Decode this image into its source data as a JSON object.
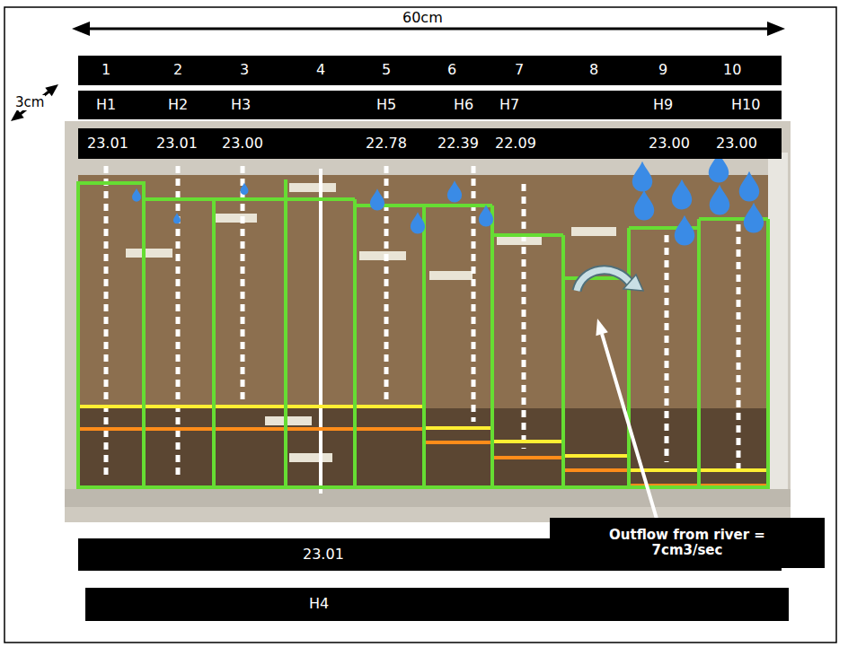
{
  "diagram": {
    "nodes": [
      {
        "text": [
          "1",
          "2",
          "3",
          "4",
          "5",
          "6",
          "7",
          "8",
          "9",
          "10"
        ]
      },
      {
        "text": [
          "H1",
          "H2",
          "H3",
          "H5",
          "H6",
          "H7",
          "H9",
          "H10"
        ]
      },
      {
        "text": [
          "23.01",
          "23.01",
          "23.00",
          "22.78",
          "22.39",
          "22.09",
          "23.00",
          "23.00"
        ]
      },
      {
        "text": [
          "23.01"
        ]
      },
      {
        "text": [
          "H4"
        ]
      },
      {
        "text": [
          "Outflow from river = 7cm3/sec"
        ]
      }
    ],
    "labels": [
      "60cm",
      "3cm"
    ]
  }
}
